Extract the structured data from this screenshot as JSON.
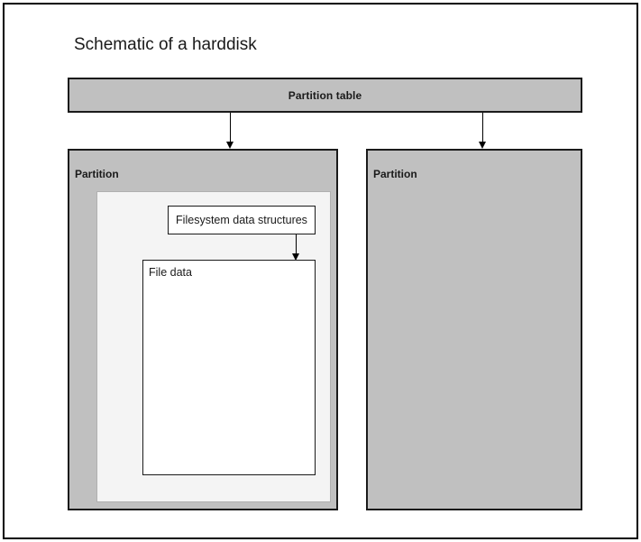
{
  "diagram": {
    "title": "Schematic of a harddisk",
    "colors": {
      "page_border": "#000000",
      "partition_fill": "#c0c0c0",
      "partition_border": "#1a1a1a",
      "filesystem_container_fill": "#f4f4f4",
      "inner_box_fill": "#ffffff",
      "text": "#1a1a1a",
      "arrow": "#000000"
    },
    "partition_table": {
      "label": "Partition table"
    },
    "partitions": [
      {
        "label": "Partition",
        "filesystem": {
          "data_structures_label": "Filesystem data structures",
          "file_data_label": "File data"
        }
      },
      {
        "label": "Partition",
        "filesystem": null
      }
    ],
    "arrows": [
      {
        "name": "partition-table-to-partition-1",
        "from": "Partition table",
        "to": "Partition (left)"
      },
      {
        "name": "partition-table-to-partition-2",
        "from": "Partition table",
        "to": "Partition (right)"
      },
      {
        "name": "filesystem-structures-to-file-data",
        "from": "Filesystem data structures",
        "to": "File data"
      }
    ]
  }
}
